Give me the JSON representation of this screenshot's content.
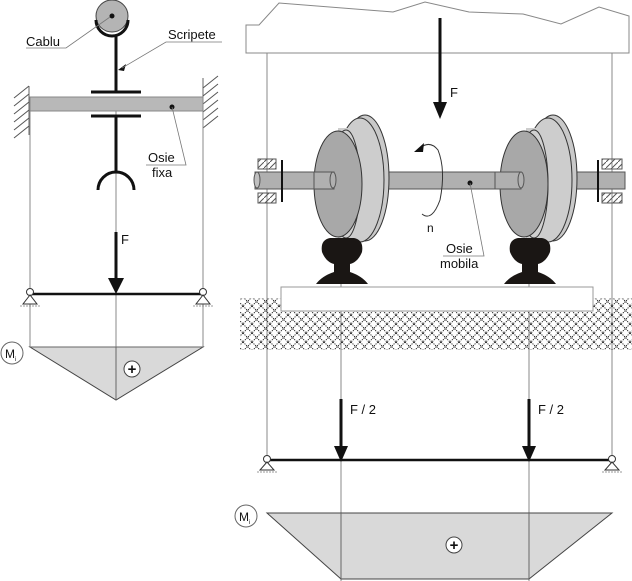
{
  "figure": {
    "left_diagram": {
      "labels": {
        "cable": "Cablu",
        "pulley": "Scripete",
        "axle_line1": "Osie",
        "axle_line2": "fixa",
        "force": "F",
        "moment": "M",
        "moment_sub": "i",
        "sign": "+"
      }
    },
    "right_diagram": {
      "labels": {
        "force": "F",
        "rotation": "n",
        "axle_line1": "Osie",
        "axle_line2": "mobila",
        "force_left": "F / 2",
        "force_right": "F / 2",
        "moment": "M",
        "moment_sub": "i",
        "sign": "+"
      }
    }
  },
  "colors": {
    "axle_fill": "#b8b8b8",
    "wheel_dark": "#a8a8a8",
    "wheel_light": "#c9c9c9",
    "rail": "#1a1614",
    "diagram_fill": "#d9d9d9",
    "ink": "#111111"
  }
}
